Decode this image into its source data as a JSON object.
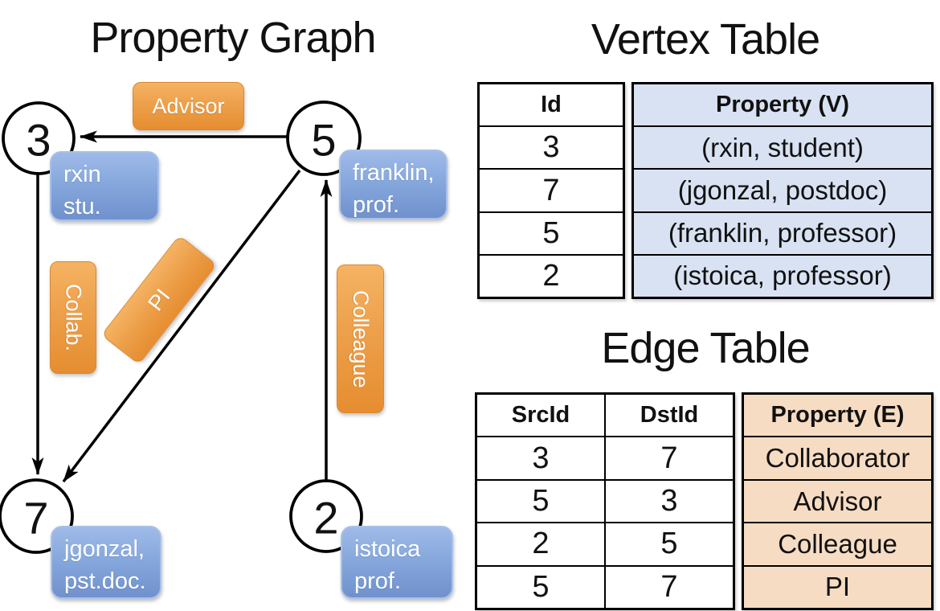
{
  "graph": {
    "title": "Property Graph",
    "nodes": [
      {
        "label": "3"
      },
      {
        "label": "5"
      },
      {
        "label": "7"
      },
      {
        "label": "2"
      }
    ],
    "edge_labels": {
      "advisor": "Advisor",
      "collab": "Collab.",
      "pi": "PI",
      "colleague": "Colleague"
    },
    "property_boxes": {
      "rxin": {
        "line1": "rxin",
        "line2": "stu."
      },
      "franklin": {
        "line1": "franklin,",
        "line2": "prof."
      },
      "jgonzal": {
        "line1": "jgonzal,",
        "line2": "pst.doc."
      },
      "istoica": {
        "line1": "istoica",
        "line2": "prof."
      }
    }
  },
  "vertex_table": {
    "title": "Vertex Table",
    "id_header": "Id",
    "property_header": "Property (V)",
    "rows": [
      {
        "id": "3",
        "property": "(rxin, student)"
      },
      {
        "id": "7",
        "property": "(jgonzal, postdoc)"
      },
      {
        "id": "5",
        "property": "(franklin, professor)"
      },
      {
        "id": "2",
        "property": "(istoica, professor)"
      }
    ]
  },
  "edge_table": {
    "title": "Edge Table",
    "src_header": "SrcId",
    "dst_header": "DstId",
    "property_header": "Property (E)",
    "rows": [
      {
        "src": "3",
        "dst": "7",
        "property": "Collaborator"
      },
      {
        "src": "5",
        "dst": "3",
        "property": "Advisor"
      },
      {
        "src": "2",
        "dst": "5",
        "property": "Colleague"
      },
      {
        "src": "5",
        "dst": "7",
        "property": "PI"
      }
    ]
  },
  "colors": {
    "edge_label_fill": "#eda04b",
    "vertex_property_fill": "#84a6dc",
    "vertex_table_fill": "#d8e2f2",
    "edge_table_fill": "#f6dcc2",
    "line_color": "#000000"
  }
}
